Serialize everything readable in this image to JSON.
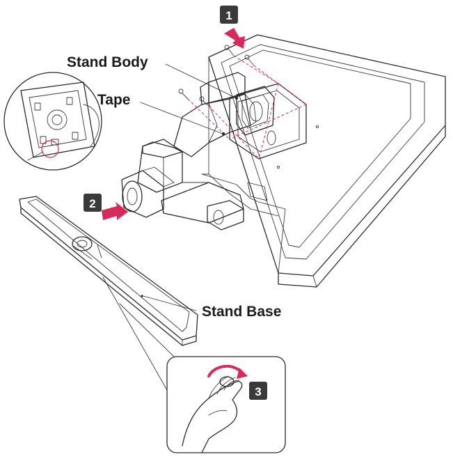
{
  "labels": {
    "stand_body": "Stand Body",
    "tape": "Tape",
    "stand_base": "Stand Base"
  },
  "steps": {
    "step1": "1",
    "step2": "2",
    "step3": "3"
  },
  "colors": {
    "accent": "#d9295a",
    "badge": "#3a3a3a",
    "line": "#2a2a2a"
  },
  "icons": {
    "arrow": "arrow-icon",
    "screw": "screw-icon",
    "badge": "step-badge-icon"
  }
}
